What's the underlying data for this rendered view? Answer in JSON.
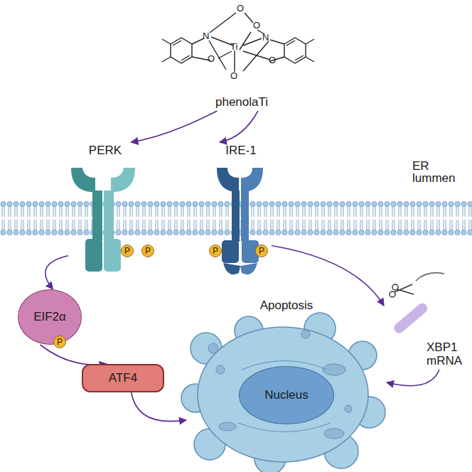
{
  "diagram": {
    "nodes": [
      {
        "text": [
          "phenolaTi"
        ]
      },
      {
        "text": [
          "PERK"
        ]
      },
      {
        "text": [
          "IRE-1"
        ]
      },
      {
        "text": [
          "EIF2α"
        ]
      },
      {
        "text": [
          "ATF4"
        ]
      },
      {
        "text": [
          "Apoptosis"
        ]
      },
      {
        "text": [
          "Nucleus"
        ],
        "in": 5
      },
      {
        "text": [
          "XBP1 mRNA"
        ]
      }
    ],
    "edges": [
      {
        "from": 0,
        "to": 1,
        "arrow": "to"
      },
      {
        "from": 0,
        "to": 2,
        "arrow": "to"
      },
      {
        "from": 1,
        "to": 3,
        "arrow": "to"
      },
      {
        "from": 3,
        "to": 4,
        "arrow": "to"
      },
      {
        "from": 4,
        "to": 5,
        "arrow": "to"
      },
      {
        "from": 2,
        "to": 7,
        "arrow": "to"
      },
      {
        "from": 7,
        "to": 5,
        "arrow": "to"
      }
    ],
    "labels": [
      "O",
      "O",
      "N",
      "Ti",
      "N",
      "O",
      "O",
      "O",
      "ER lummen",
      "P",
      "P",
      "P",
      "P",
      "P"
    ]
  }
}
